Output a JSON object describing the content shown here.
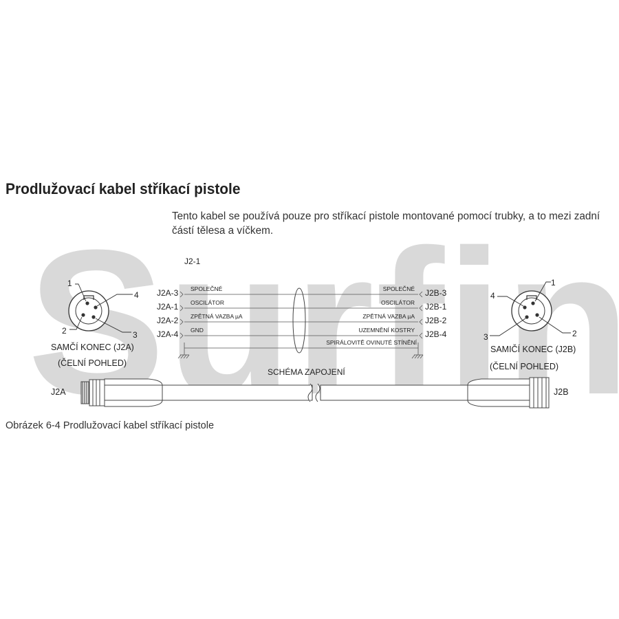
{
  "watermark": "Surfin",
  "title": "Prodlužovací kabel stříkací pistole",
  "intro": "Tento kabel se používá pouze pro stříkací pistole montované pomocí trubky, a to mezi zadní částí tělesa a víčkem.",
  "caption": "Obrázek 6-4  Prodlužovací kabel stříkací pistole",
  "diagram": {
    "cable_label": "J2-1",
    "left_end": {
      "pins": [
        "J2A-3",
        "J2A-1",
        "J2A-2",
        "J2A-4"
      ],
      "connector_pins": [
        "1",
        "2",
        "3",
        "4"
      ],
      "label_line1": "SAMČÍ KONEC (J2A)",
      "label_line2": "(ČELNÍ POHLED)"
    },
    "right_end": {
      "pins": [
        "J2B-3",
        "J2B-1",
        "J2B-2",
        "J2B-4"
      ],
      "connector_pins": [
        "1",
        "2",
        "3",
        "4"
      ],
      "label_line1": "SAMIČÍ KONEC (J2B)",
      "label_line2": "(ČELNÍ POHLED)"
    },
    "wires_left": [
      "SPOLEČNÉ",
      "OSCILÁTOR",
      "ZPĚTNÁ VAZBA µA",
      "GND"
    ],
    "wires_right": [
      "SPOLEČNÉ",
      "OSCILÁTOR",
      "ZPĚTNÁ VAZBA µA",
      "UZEMNĚNÍ KOSTRY"
    ],
    "shield": "SPIRÁLOVITĚ OVINUTÉ STÍNĚNÍ",
    "schema_label": "SCHÉMA ZAPOJENÍ",
    "cable_left": "J2A",
    "cable_right": "J2B"
  }
}
